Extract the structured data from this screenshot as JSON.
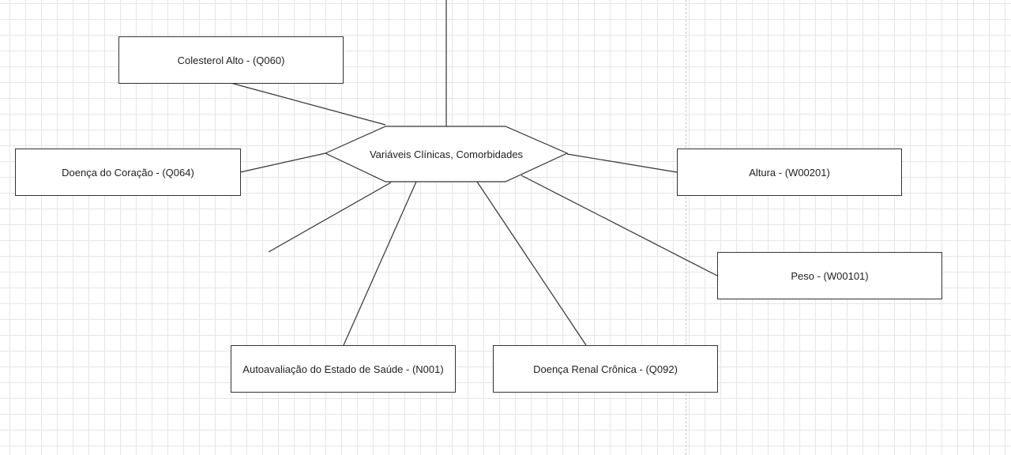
{
  "diagram": {
    "center_node": {
      "label": "Variáveis Clínicas, Comorbidades"
    },
    "nodes": {
      "colesterol": {
        "label": "Colesterol Alto - (Q060)"
      },
      "coracao": {
        "label": "Doença do Coração - (Q064)"
      },
      "altura": {
        "label": "Altura - (W00201)"
      },
      "peso": {
        "label": "Peso - (W00101)"
      },
      "autoavaliacao": {
        "label": "Autoavaliação do Estado de Saúde - (N001)"
      },
      "renal": {
        "label": "Doença Renal Crônica - (Q092)"
      }
    },
    "colors": {
      "stroke": "#333333",
      "grid": "#e6e6e6",
      "background": "#ffffff"
    }
  }
}
